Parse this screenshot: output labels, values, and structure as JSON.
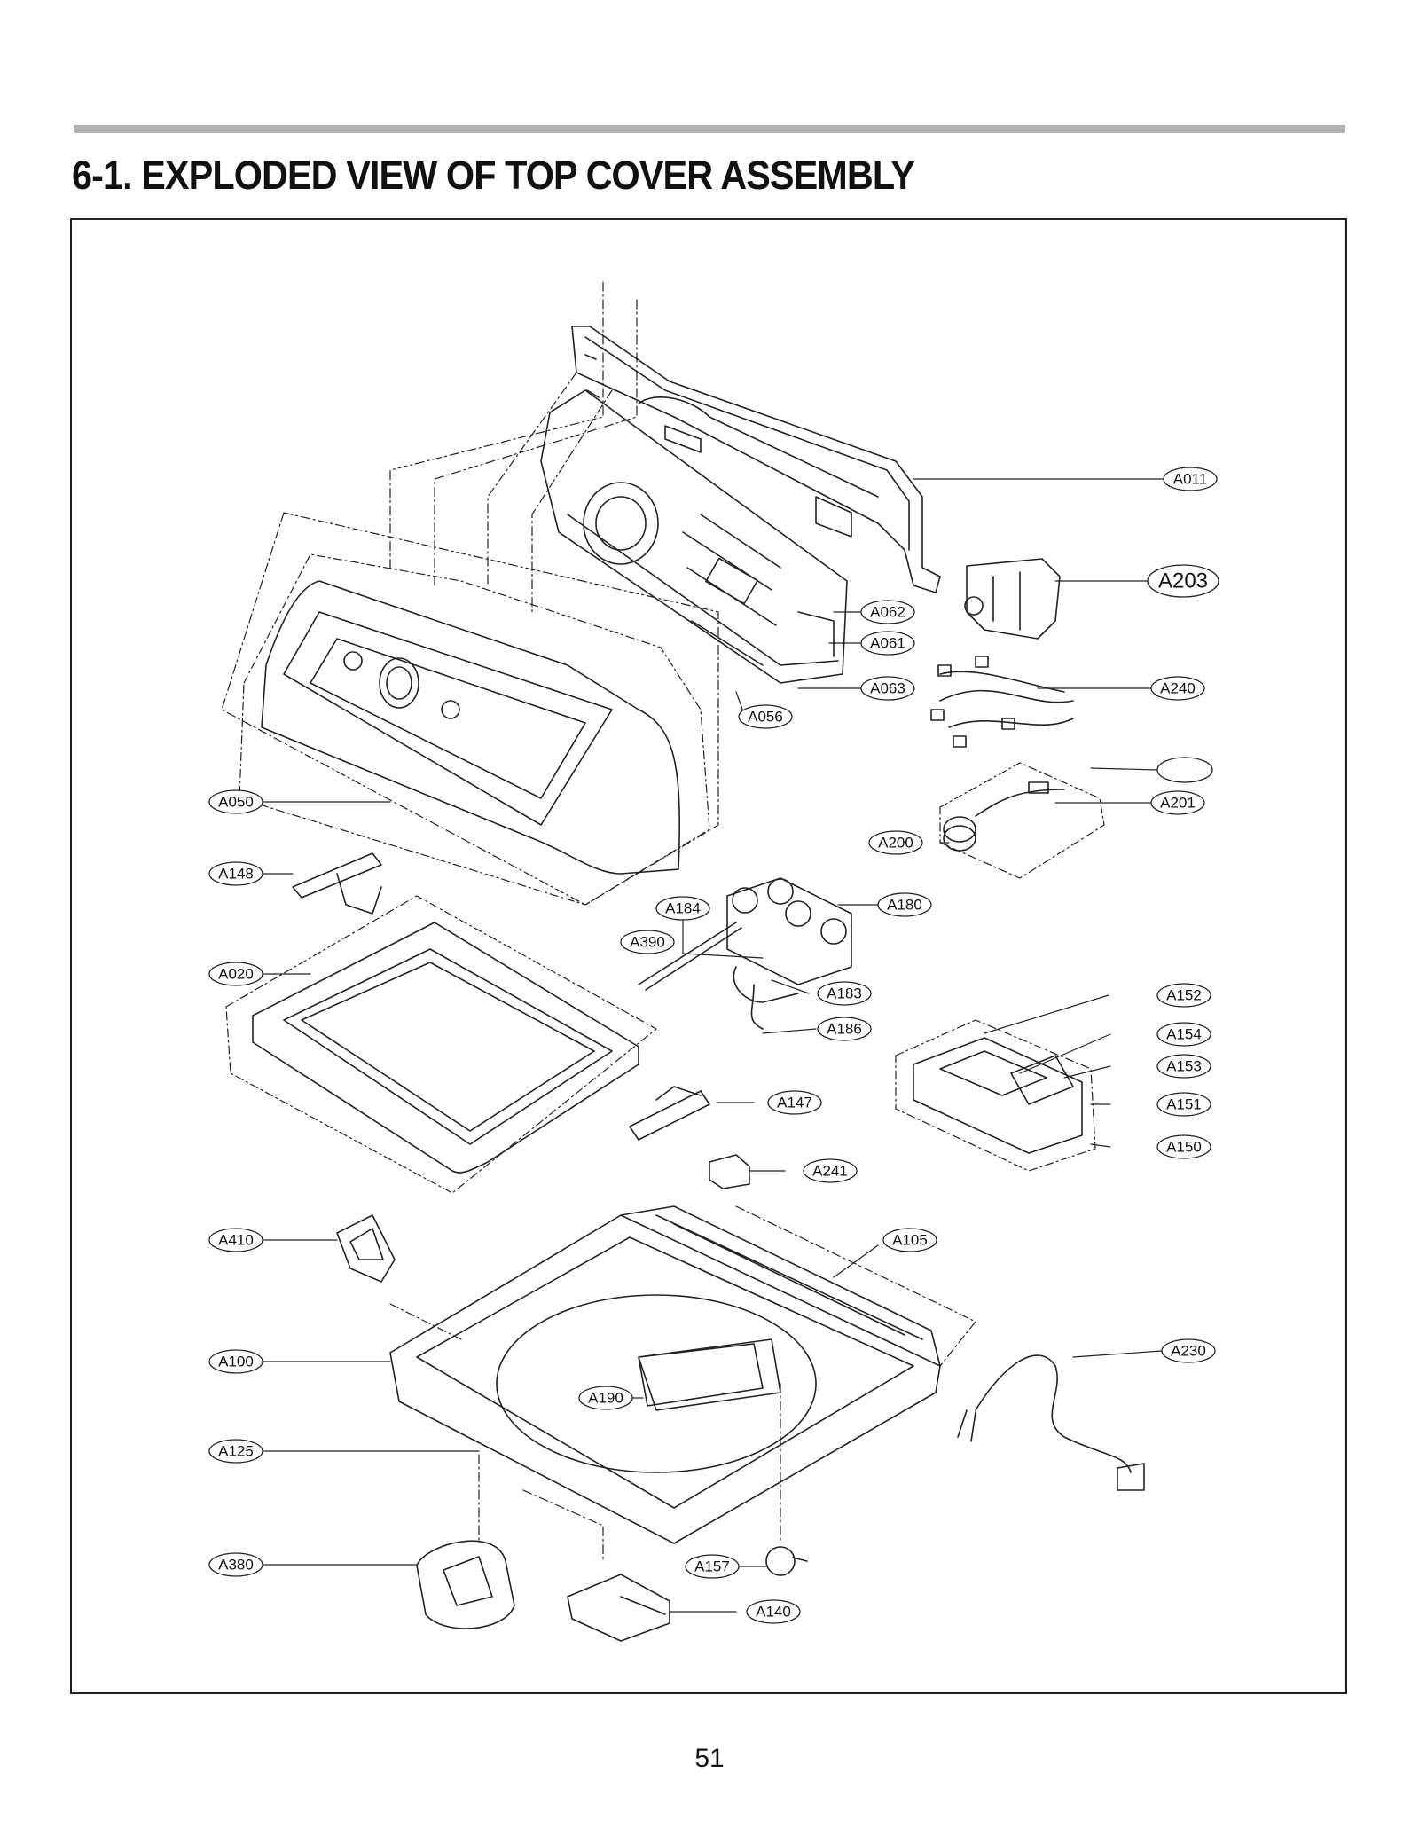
{
  "header": {
    "title": "6-1. EXPLODED VIEW OF TOP COVER ASSEMBLY"
  },
  "footer": {
    "page_number": "51"
  },
  "parts": [
    {
      "code": "A011"
    },
    {
      "code": "A203"
    },
    {
      "code": "A062"
    },
    {
      "code": "A061"
    },
    {
      "code": "A063"
    },
    {
      "code": "A056"
    },
    {
      "code": "A240"
    },
    {
      "code": ""
    },
    {
      "code": "A201"
    },
    {
      "code": "A200"
    },
    {
      "code": "A050"
    },
    {
      "code": "A148"
    },
    {
      "code": "A184"
    },
    {
      "code": "A180"
    },
    {
      "code": "A390"
    },
    {
      "code": "A020"
    },
    {
      "code": "A183"
    },
    {
      "code": "A186"
    },
    {
      "code": "A152"
    },
    {
      "code": "A154"
    },
    {
      "code": "A153"
    },
    {
      "code": "A151"
    },
    {
      "code": "A150"
    },
    {
      "code": "A147"
    },
    {
      "code": "A241"
    },
    {
      "code": "A410"
    },
    {
      "code": "A105"
    },
    {
      "code": "A100"
    },
    {
      "code": "A230"
    },
    {
      "code": "A190"
    },
    {
      "code": "A125"
    },
    {
      "code": "A380"
    },
    {
      "code": "A157"
    },
    {
      "code": "A140"
    }
  ]
}
